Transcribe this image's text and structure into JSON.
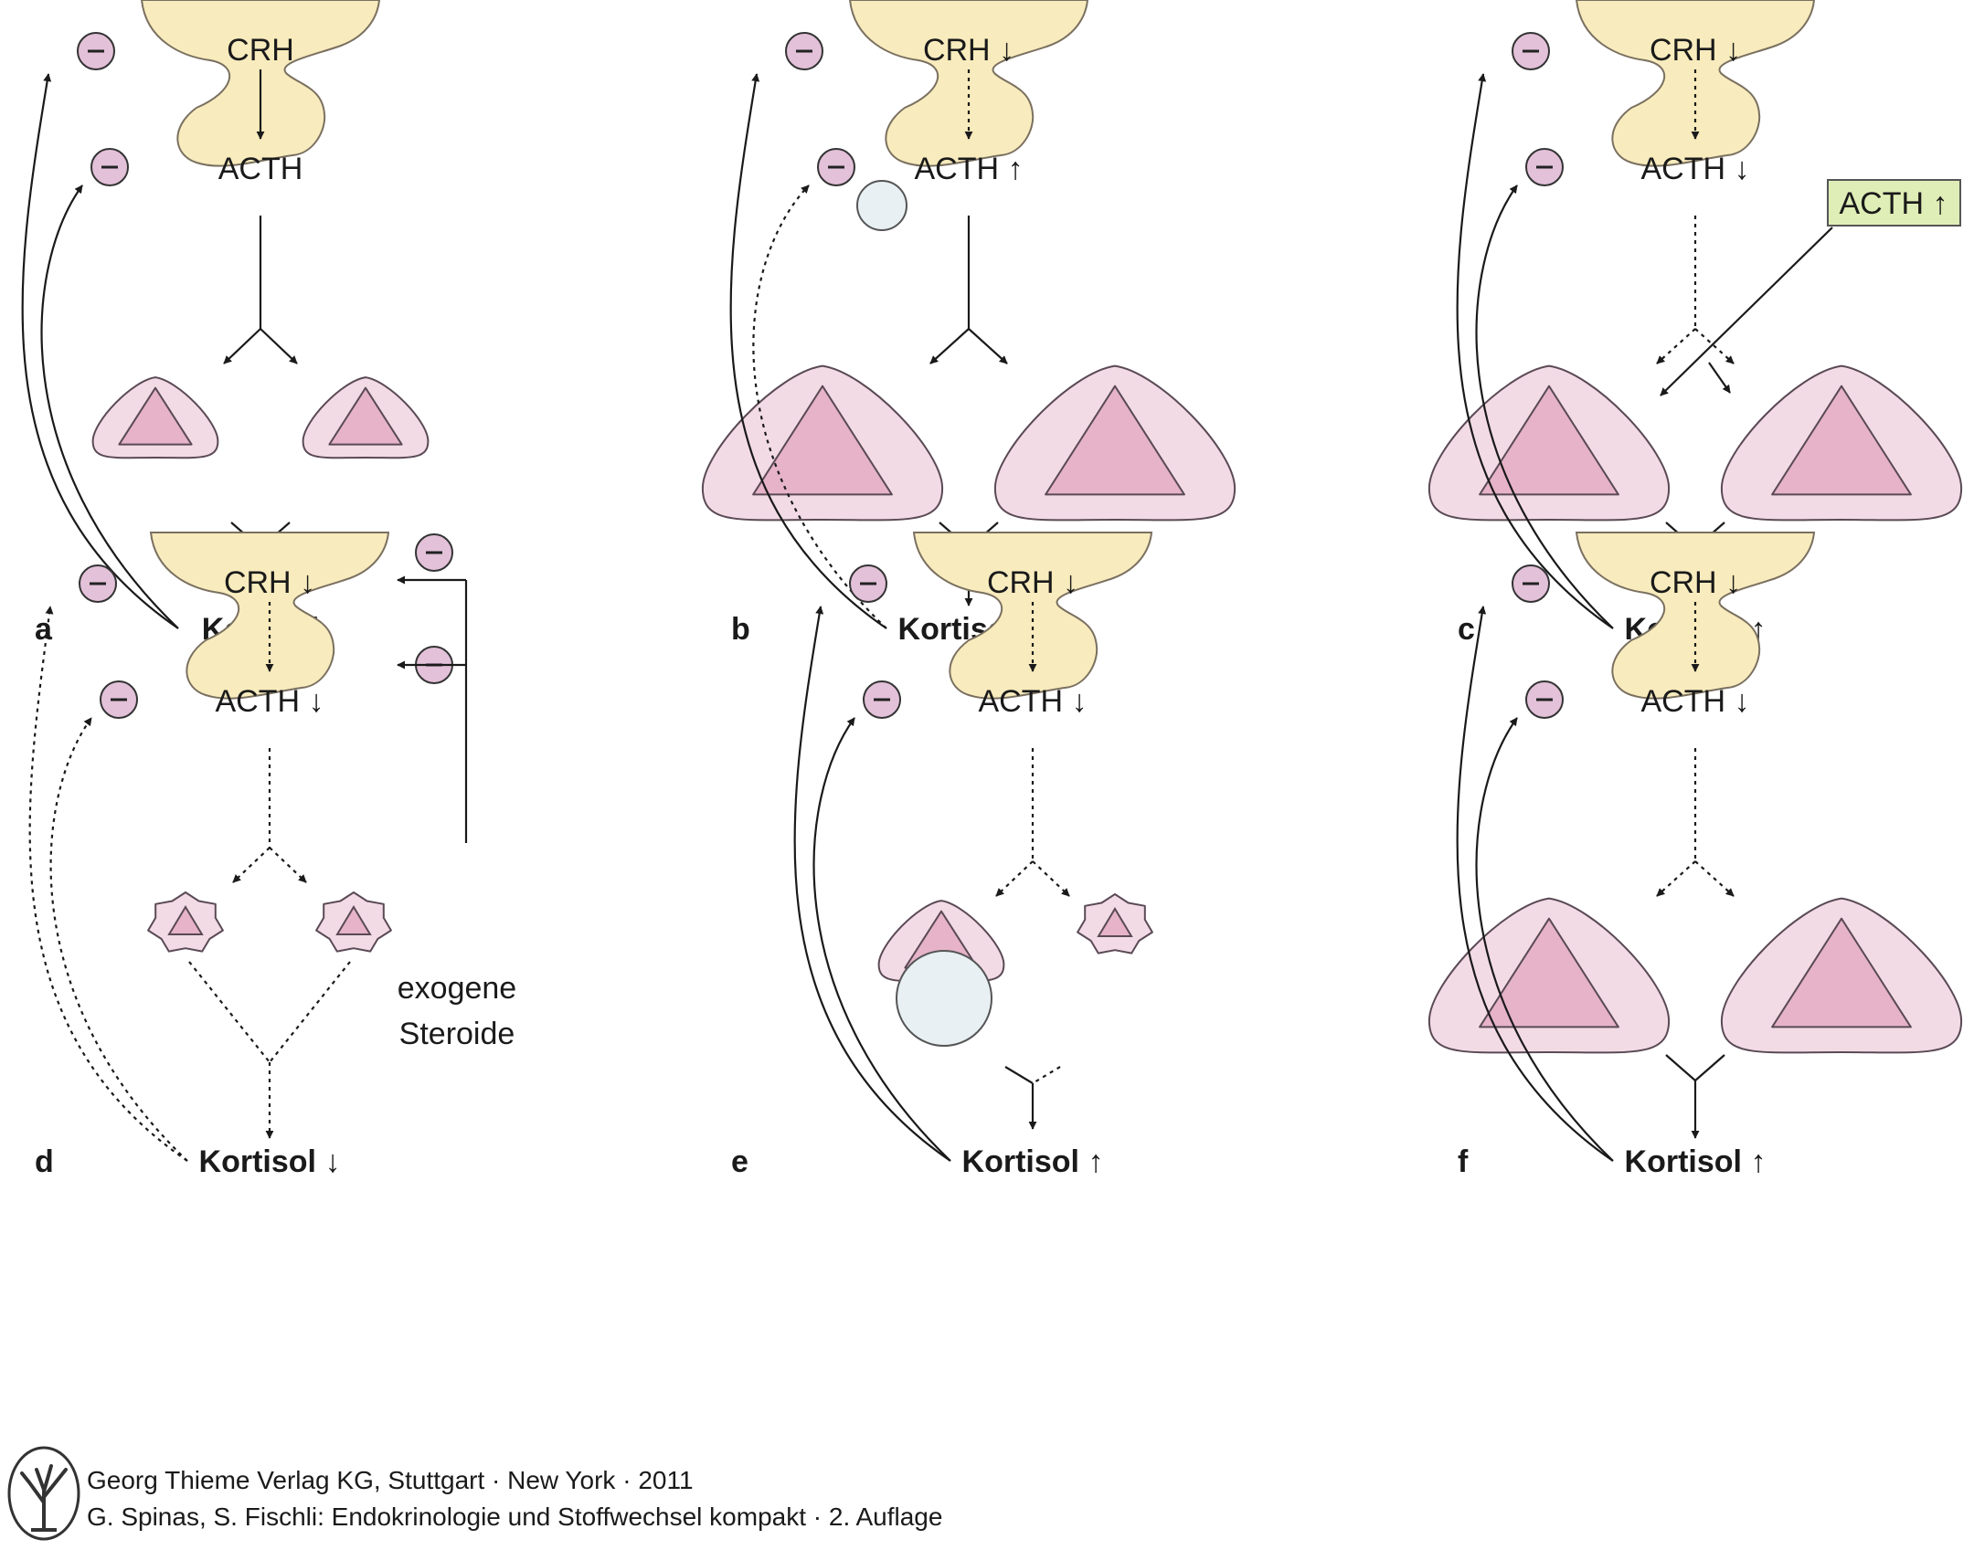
{
  "colors": {
    "gland": "#f8ebbd",
    "gland_stroke": "#7a7060",
    "adrenal_outer": "#f3dbe5",
    "adrenal_inner": "#e6b3c9",
    "adrenal_stroke": "#5a4a55",
    "minus_fill": "#e3c1d9",
    "tumor": "#e8f0f3",
    "ectopic_box": "#dfeeb6",
    "line": "#1a1a1a"
  },
  "panels": [
    {
      "letter": "a",
      "crh": "CRH",
      "acth": "ACTH",
      "cortisol": "Kortisol",
      "feedback_dotted": false,
      "axis_dotted": false,
      "adrenal": "normal",
      "tumor": "none"
    },
    {
      "letter": "b",
      "crh": "CRH ↓",
      "acth": "ACTH ↑",
      "cortisol": "Kortisol ↑",
      "feedback_dotted": true,
      "axis_dotted": false,
      "adrenal": "large",
      "tumor": "pituitary"
    },
    {
      "letter": "c",
      "crh": "CRH ↓",
      "acth": "ACTH ↓",
      "cortisol": "Kortisol ↑",
      "feedback_dotted": false,
      "axis_dotted": true,
      "adrenal": "large",
      "tumor": "none",
      "ectopic_label": "ACTH ↑"
    },
    {
      "letter": "d",
      "crh": "CRH ↓",
      "acth": "ACTH ↓",
      "cortisol": "Kortisol ↓",
      "feedback_dotted": true,
      "axis_dotted": true,
      "adrenal": "atrophic",
      "tumor": "none",
      "exogenous_label_line1": "exogene",
      "exogenous_label_line2": "Steroide"
    },
    {
      "letter": "e",
      "crh": "CRH ↓",
      "acth": "ACTH ↓",
      "cortisol": "Kortisol ↑",
      "feedback_dotted": false,
      "axis_dotted": true,
      "adrenal": "tumor",
      "tumor": "adrenal"
    },
    {
      "letter": "f",
      "crh": "CRH ↓",
      "acth": "ACTH ↓",
      "cortisol": "Kortisol ↑",
      "feedback_dotted": false,
      "axis_dotted": true,
      "adrenal": "large",
      "tumor": "none"
    }
  ],
  "minus_symbol": "−",
  "publisher": {
    "line1": "Georg Thieme Verlag KG, Stuttgart · New York · 2011",
    "line2": "G. Spinas, S. Fischli: Endokrinologie und Stoffwechsel kompakt · 2. Auflage",
    "logo_icon": "tree-logo-icon"
  }
}
